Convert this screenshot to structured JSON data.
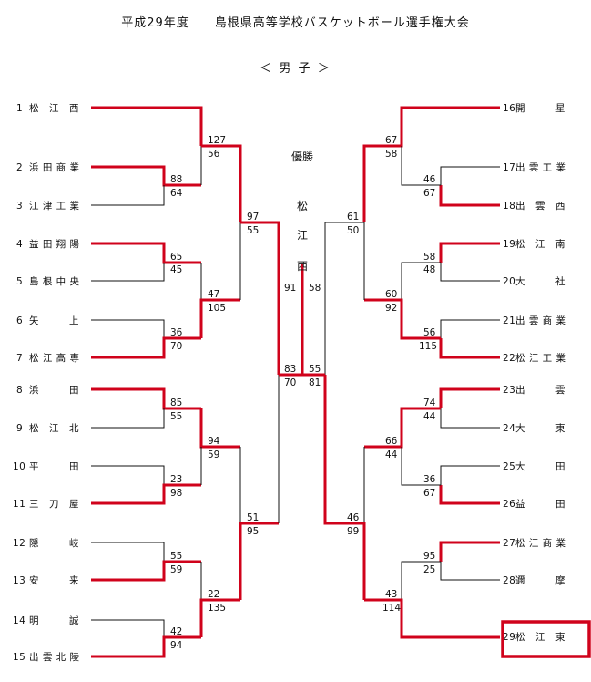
{
  "header": {
    "title": "平成29年度　　島根県高等学校バスケットボール選手権大会",
    "division": "＜ 男 子 ＞"
  },
  "champion": {
    "label": "優勝",
    "name": [
      "松",
      "江",
      "西"
    ]
  },
  "left_teams": [
    {
      "num": "1",
      "name": "松　江　西"
    },
    {
      "num": "2",
      "name": "浜 田 商 業"
    },
    {
      "num": "3",
      "name": "江 津 工 業"
    },
    {
      "num": "4",
      "name": "益 田 翔 陽"
    },
    {
      "num": "5",
      "name": "島 根 中 央"
    },
    {
      "num": "6",
      "name": "矢　　　上"
    },
    {
      "num": "7",
      "name": "松 江 高 専"
    },
    {
      "num": "8",
      "name": "浜　　　田"
    },
    {
      "num": "9",
      "name": "松　江　北"
    },
    {
      "num": "10",
      "name": "平　　　田"
    },
    {
      "num": "11",
      "name": "三　刀　屋"
    },
    {
      "num": "12",
      "name": "隠　　　岐"
    },
    {
      "num": "13",
      "name": "安　　　来"
    },
    {
      "num": "14",
      "name": "明　　　誠"
    },
    {
      "num": "15",
      "name": "出 雲 北 陵"
    }
  ],
  "right_teams": [
    {
      "num": "16",
      "name": "開　　　星"
    },
    {
      "num": "17",
      "name": "出 雲 工 業"
    },
    {
      "num": "18",
      "name": "出　雲　西"
    },
    {
      "num": "19",
      "name": "松　江　南"
    },
    {
      "num": "20",
      "name": "大　　　社"
    },
    {
      "num": "21",
      "name": "出 雲 商 業"
    },
    {
      "num": "22",
      "name": "松 江 工 業"
    },
    {
      "num": "23",
      "name": "出　　　雲"
    },
    {
      "num": "24",
      "name": "大　　　東"
    },
    {
      "num": "25",
      "name": "大　　　田"
    },
    {
      "num": "26",
      "name": "益　　　田"
    },
    {
      "num": "27",
      "name": "松 江 商 業"
    },
    {
      "num": "28",
      "name": "邇　　　摩"
    },
    {
      "num": "29",
      "name": "松　江　東"
    }
  ],
  "scores": {
    "l_r1_2v3": [
      "88",
      "64"
    ],
    "l_r1_4v5": [
      "65",
      "45"
    ],
    "l_r1_6v7": [
      "36",
      "70"
    ],
    "l_r1_8v9": [
      "85",
      "55"
    ],
    "l_r1_10v11": [
      "23",
      "98"
    ],
    "l_r1_12v13": [
      "55",
      "59"
    ],
    "l_r1_14v15": [
      "42",
      "94"
    ],
    "l_r2_1v23": [
      "127",
      "56"
    ],
    "l_r2_45v67": [
      "47",
      "105"
    ],
    "l_r2_89v1011": [
      "94",
      "59"
    ],
    "l_r2_1213v1415": [
      "22",
      "135"
    ],
    "l_qf_top": [
      "97",
      "55"
    ],
    "l_qf_bot": [
      "51",
      "95"
    ],
    "l_sf": [
      "83",
      "70"
    ],
    "r_r1_17v18": [
      "46",
      "67"
    ],
    "r_r1_19v20": [
      "58",
      "48"
    ],
    "r_r1_21v22": [
      "56",
      "115"
    ],
    "r_r1_23v24": [
      "74",
      "44"
    ],
    "r_r1_25v26": [
      "36",
      "67"
    ],
    "r_r1_27v28": [
      "95",
      "25"
    ],
    "r_r2_16v1718": [
      "67",
      "58"
    ],
    "r_r2_1920v2122": [
      "60",
      "92"
    ],
    "r_r2_2324v2526": [
      "66",
      "44"
    ],
    "r_r2_2728v29": [
      "43",
      "114"
    ],
    "r_qf_top": [
      "61",
      "50"
    ],
    "r_qf_bot": [
      "46",
      "99"
    ],
    "r_sf": [
      "55",
      "81"
    ],
    "final": [
      "91",
      "58"
    ]
  }
}
